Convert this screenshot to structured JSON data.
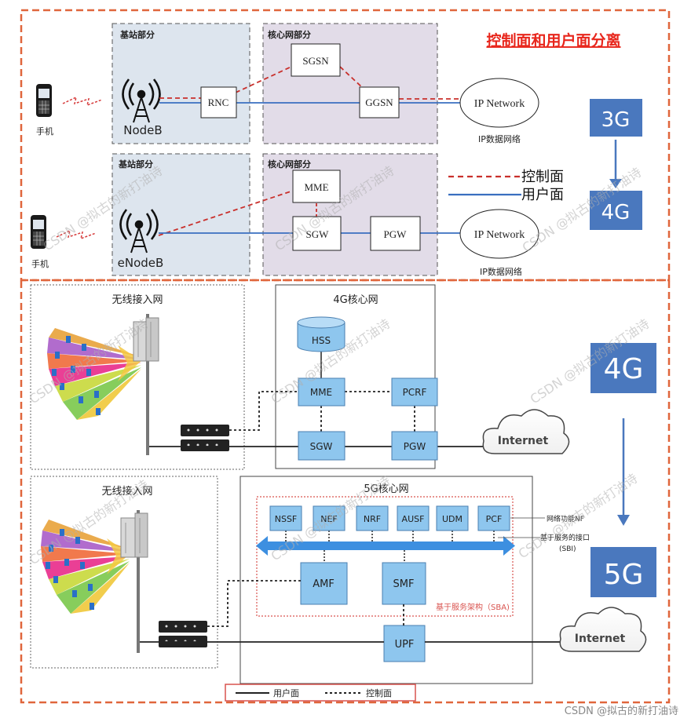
{
  "upper": {
    "headline": "控制面和用户面分离",
    "row_3g": {
      "ran_title": "基站部分",
      "core_title": "核心网部分",
      "base_station": "NodeB",
      "rnc": "RNC",
      "sgsn": "SGSN",
      "ggsn": "GGSN",
      "ip_network": "IP Network",
      "ip_network_caption": "IP数据网络",
      "phone_caption": "手机"
    },
    "row_4g": {
      "ran_title": "基站部分",
      "core_title": "核心网部分",
      "base_station": "eNodeB",
      "mme": "MME",
      "sgw": "SGW",
      "pgw": "PGW",
      "ip_network": "IP Network",
      "ip_network_caption": "IP数据网络",
      "phone_caption": "手机"
    },
    "legend": {
      "control_plane": "控制面",
      "user_plane": "用户面"
    }
  },
  "generations": [
    "3G",
    "4G",
    "4G",
    "5G"
  ],
  "lower_4g": {
    "ran_title": "无线接入网",
    "core_title": "4G核心网",
    "hss": "HSS",
    "mme": "MME",
    "pcrf": "PCRF",
    "sgw": "SGW",
    "pgw": "PGW",
    "internet": "Internet"
  },
  "lower_5g": {
    "ran_title": "无线接入网",
    "core_title": "5G核心网",
    "nfs": [
      "NSSF",
      "NEF",
      "NRF",
      "AUSF",
      "UDM",
      "PCF"
    ],
    "amf": "AMF",
    "smf": "SMF",
    "upf": "UPF",
    "sba_label": "基于服务架构（SBA)",
    "nf_note": "网络功能NF",
    "sbi_note_1": "基于服务的接口",
    "sbi_note_2": "(SBI)",
    "internet": "Internet"
  },
  "bottom_legend": {
    "user_plane": "用户面",
    "control_plane": "控制面"
  },
  "watermark": "CSDN @拟古的新打油诗",
  "footer_credit": "CSDN @拟古的新打油诗",
  "colors": {
    "frame_red": "#e0663c",
    "headline_red": "#e8261c",
    "gen_blue": "#4a78be",
    "node_blue": "#8ec6ee",
    "ctrl_red": "#c9302c",
    "user_blue": "#3a6fc0"
  }
}
